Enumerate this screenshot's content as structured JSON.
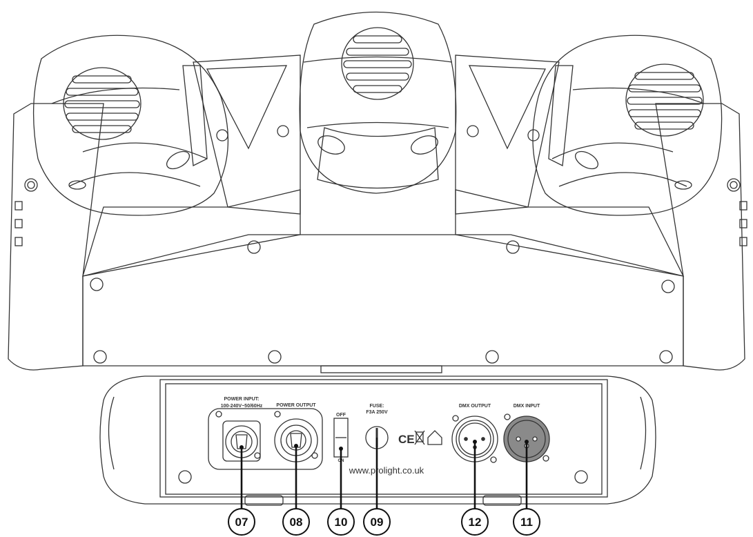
{
  "panel": {
    "power_input_label_1": "POWER INPUT:",
    "power_input_label_2": "100-240V~50/60Hz",
    "power_output_label": "POWER OUTPUT",
    "switch_off_label": "OFF",
    "switch_on_label": "ON",
    "fuse_label_1": "FUSE:",
    "fuse_label_2": "F3A 250V",
    "dmx_output_label": "DMX OUTPUT",
    "dmx_input_label": "DMX INPUT",
    "website": "www.prolight.co.uk",
    "ce_mark": "CE"
  },
  "callouts": [
    {
      "number": "07",
      "target": "power-input-connector"
    },
    {
      "number": "08",
      "target": "power-output-connector"
    },
    {
      "number": "10",
      "target": "power-switch"
    },
    {
      "number": "09",
      "target": "fuse-holder"
    },
    {
      "number": "12",
      "target": "dmx-output-connector"
    },
    {
      "number": "11",
      "target": "dmx-input-connector"
    }
  ],
  "colors": {
    "line": "#222222",
    "dmx_input_fill": "#8a8a8a",
    "callout_fill": "#ffffff"
  }
}
